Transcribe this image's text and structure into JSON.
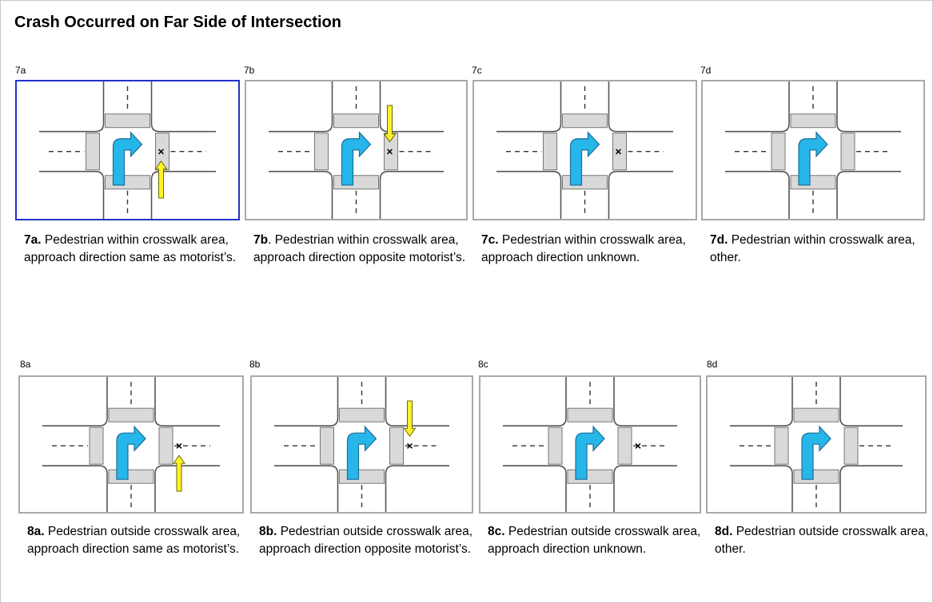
{
  "page": {
    "title": "Crash Occurred on Far Side of Intersection"
  },
  "colors": {
    "selected_border": "#1f33c8",
    "tile_border": "#a9a9a9",
    "turn_arrow": "#27b6ea",
    "ped_arrow": "#fff22a",
    "crosswalk": "#d9d9d9"
  },
  "rows": [
    {
      "items": [
        {
          "id": "7a",
          "label": "7a",
          "bold": "7a.",
          "text": " Pedestrian within crosswalk area, approach direction same as motorist’s.",
          "selected": true,
          "crosswalk": true,
          "x_mark": true,
          "ped_arrow": "up"
        },
        {
          "id": "7b",
          "label": "7b",
          "bold": "7b",
          "text": ". Pedestrian within crosswalk area, approach direction opposite motorist’s.",
          "selected": false,
          "crosswalk": true,
          "x_mark": true,
          "ped_arrow": "down"
        },
        {
          "id": "7c",
          "label": "7c",
          "bold": "7c.",
          "text": " Pedestrian within crosswalk area, approach direction unknown.",
          "selected": false,
          "crosswalk": true,
          "x_mark": true,
          "ped_arrow": "none"
        },
        {
          "id": "7d",
          "label": "7d",
          "bold": "7d.",
          "text": " Pedestrian within crosswalk area, other.",
          "selected": false,
          "crosswalk": true,
          "x_mark": false,
          "ped_arrow": "none"
        }
      ]
    },
    {
      "items": [
        {
          "id": "8a",
          "label": "8a",
          "bold": "8a.",
          "text": " Pedestrian outside crosswalk area, approach direction same as motorist’s.",
          "selected": false,
          "crosswalk": false,
          "x_mark": true,
          "ped_arrow": "up"
        },
        {
          "id": "8b",
          "label": "8b",
          "bold": "8b.",
          "text": " Pedestrian outside crosswalk area, approach direction opposite motorist’s.",
          "selected": false,
          "crosswalk": false,
          "x_mark": true,
          "ped_arrow": "down"
        },
        {
          "id": "8c",
          "label": "8c",
          "bold": "8c.",
          "text": " Pedestrian outside crosswalk area, approach direction unknown.",
          "selected": false,
          "crosswalk": false,
          "x_mark": true,
          "ped_arrow": "none"
        },
        {
          "id": "8d",
          "label": "8d",
          "bold": "8d.",
          "text": " Pedestrian outside crosswalk area, other.",
          "selected": false,
          "crosswalk": false,
          "x_mark": false,
          "ped_arrow": "none"
        }
      ]
    }
  ]
}
